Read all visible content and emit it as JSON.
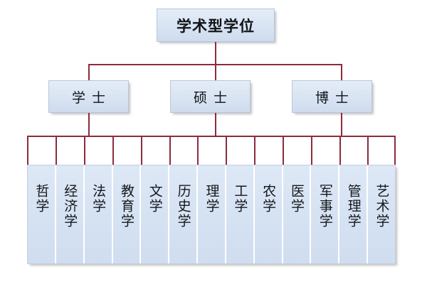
{
  "diagram": {
    "type": "org-chart",
    "title_text": "学术型学位",
    "line_color": "#8d2b3d",
    "node_fill": "#dae5f3",
    "node_border": "#b9c6d8",
    "root": {
      "label": "学术型学位"
    },
    "levels": [
      {
        "name": "degree-levels",
        "items": [
          {
            "label": "学士"
          },
          {
            "label": "硕士"
          },
          {
            "label": "博士"
          }
        ]
      },
      {
        "name": "disciplines",
        "count": 13,
        "items": [
          {
            "label": "哲学"
          },
          {
            "label": "经济学"
          },
          {
            "label": "法学"
          },
          {
            "label": "教育学"
          },
          {
            "label": "文学"
          },
          {
            "label": "历史学"
          },
          {
            "label": "理学"
          },
          {
            "label": "工学"
          },
          {
            "label": "农学"
          },
          {
            "label": "医学"
          },
          {
            "label": "军事学"
          },
          {
            "label": "管理学"
          },
          {
            "label": "艺术学"
          }
        ]
      }
    ]
  }
}
